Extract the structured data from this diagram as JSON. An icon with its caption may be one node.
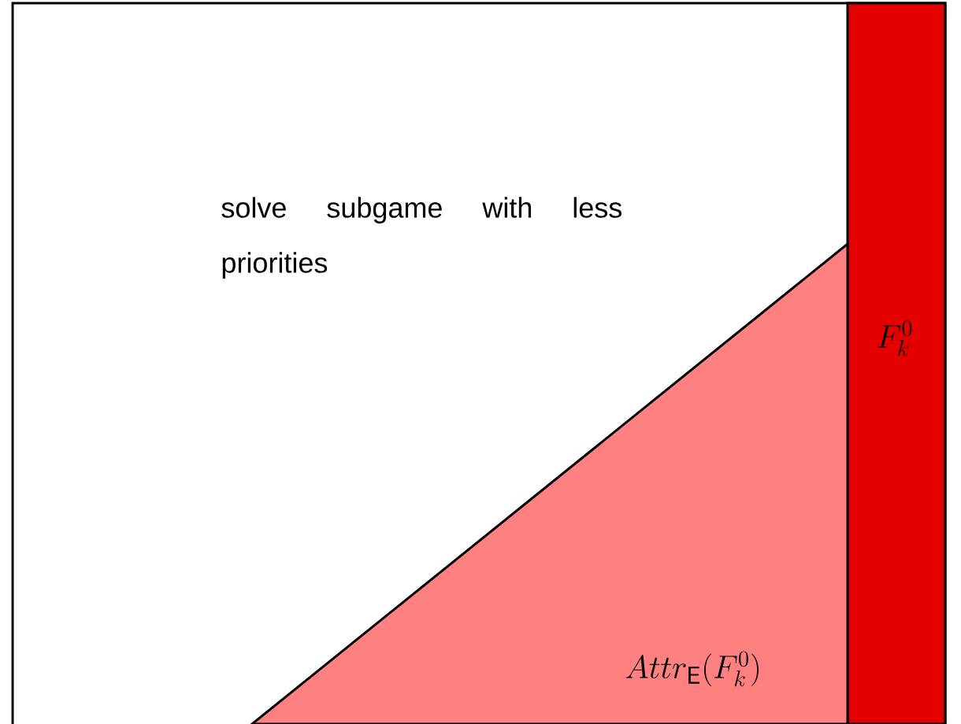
{
  "diagram": {
    "nodes": [
      {
        "text": [
          "solve subgame with less priorities"
        ]
      },
      {
        "text": [
          "F^0_k"
        ],
        "in": 0
      },
      {
        "text": [
          "Attr_{\\mathsf{E}}(F^0_k)"
        ],
        "in": 0
      }
    ]
  }
}
